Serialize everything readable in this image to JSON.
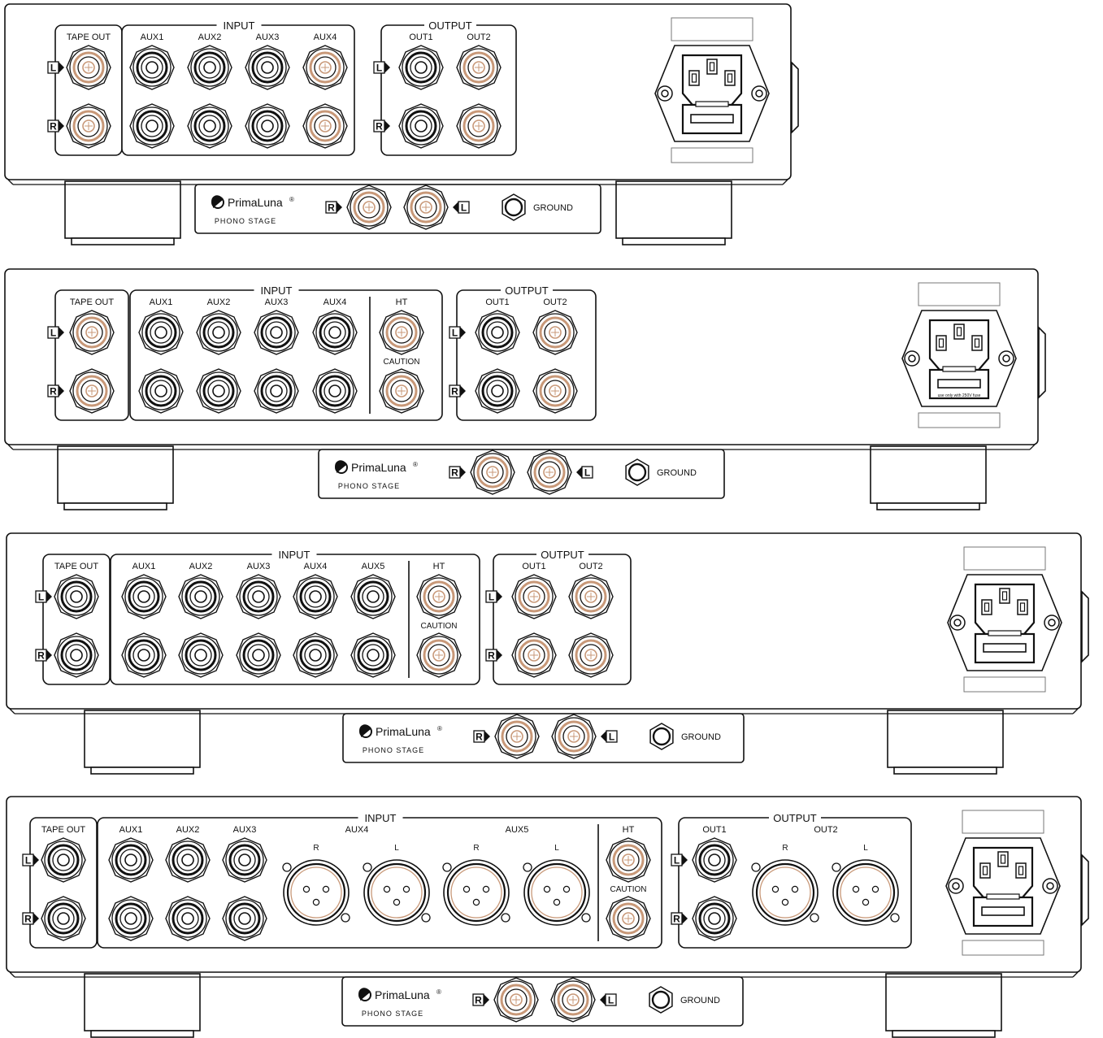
{
  "colors": {
    "line": "#111111",
    "accent": "#c89878",
    "fill": "#ffffff"
  },
  "icons": {
    "rca_jack": "rca-jack-icon",
    "xlr_jack": "xlr-jack-icon",
    "ground": "ground-terminal-icon",
    "power_inlet": "iec-power-inlet-icon",
    "power_switch": "power-switch-icon",
    "channel_marker": "channel-arrow-icon",
    "brand_logo": "primaluna-logo-icon"
  },
  "channel_labels": {
    "left": "L",
    "right": "R"
  },
  "brand": {
    "name": "PrimaLuna",
    "mark": "®",
    "subtitle": "PHONO STAGE"
  },
  "ground_label": "GROUND",
  "panels": [
    {
      "input_title": "INPUT",
      "output_title": "OUTPUT",
      "tape_out": "TAPE OUT",
      "aux": [
        "AUX1",
        "AUX2",
        "AUX3",
        "AUX4"
      ],
      "ht": null,
      "outputs": [
        "OUT1",
        "OUT2"
      ],
      "fuse_text": ""
    },
    {
      "input_title": "INPUT",
      "output_title": "OUTPUT",
      "tape_out": "TAPE OUT",
      "aux": [
        "AUX1",
        "AUX2",
        "AUX3",
        "AUX4"
      ],
      "ht": {
        "label": "HT",
        "caution": "CAUTION"
      },
      "outputs": [
        "OUT1",
        "OUT2"
      ],
      "fuse_text": "use only with 250V fuse"
    },
    {
      "input_title": "INPUT",
      "output_title": "OUTPUT",
      "tape_out": "TAPE OUT",
      "aux": [
        "AUX1",
        "AUX2",
        "AUX3",
        "AUX4",
        "AUX5"
      ],
      "ht": {
        "label": "HT",
        "caution": "CAUTION"
      },
      "outputs": [
        "OUT1",
        "OUT2"
      ],
      "fuse_text": ""
    },
    {
      "input_title": "INPUT",
      "output_title": "OUTPUT",
      "tape_out": "TAPE OUT",
      "aux": [
        "AUX1",
        "AUX2",
        "AUX3"
      ],
      "xlr_inputs": [
        {
          "label": "AUX4",
          "channels": [
            "R",
            "L"
          ]
        },
        {
          "label": "AUX5",
          "channels": [
            "R",
            "L"
          ]
        }
      ],
      "ht": {
        "label": "HT",
        "caution": "CAUTION"
      },
      "outputs": [
        "OUT1"
      ],
      "xlr_outputs": [
        {
          "label": "OUT2",
          "channels": [
            "R",
            "L"
          ]
        }
      ],
      "fuse_text": ""
    }
  ]
}
